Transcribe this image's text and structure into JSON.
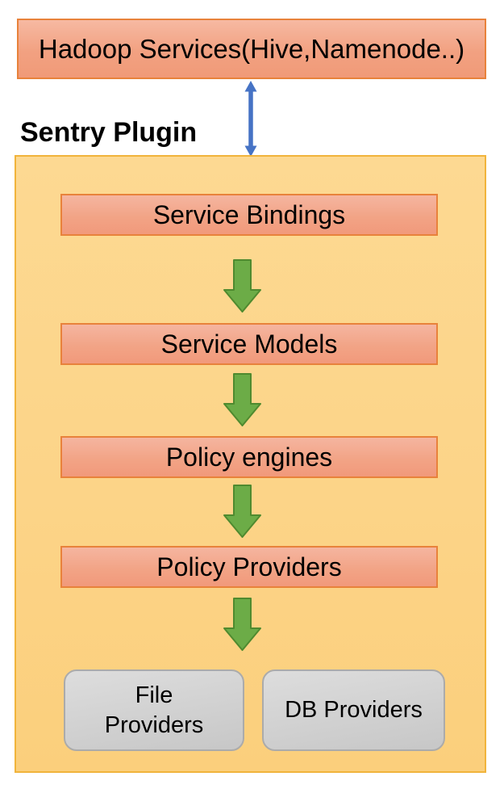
{
  "diagram": {
    "external_box": {
      "label": "Hadoop Services(Hive,Namenode..)"
    },
    "plugin_label": "Sentry Plugin",
    "layers": [
      {
        "label": "Service Bindings"
      },
      {
        "label": "Service Models"
      },
      {
        "label": "Policy engines"
      },
      {
        "label": "Policy Providers"
      }
    ],
    "providers": [
      {
        "lines": [
          "File",
          "Providers"
        ]
      },
      {
        "lines": [
          "DB Providers"
        ]
      }
    ],
    "icons": {
      "link_arrow": "double-vertical-arrow",
      "flow_arrow": "down-block-arrow"
    },
    "colors": {
      "layer_fill_top": "#F5B5A0",
      "layer_fill_bottom": "#F1997B",
      "layer_border": "#E8823B",
      "container_fill": "#FCD488",
      "container_border": "#F1B43C",
      "provider_fill": "#D2D2D2",
      "provider_border": "#ABABAB",
      "arrow_green_fill": "#6CAC47",
      "arrow_green_border": "#4F8A2F",
      "arrow_blue": "#4673C5",
      "text": "#000000"
    }
  }
}
